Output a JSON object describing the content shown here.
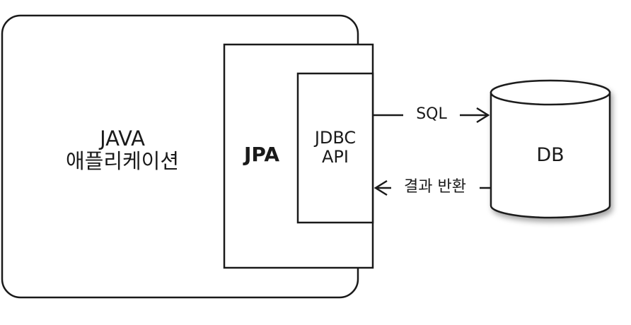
{
  "app_box": {
    "line1": "JAVA",
    "line2": "애플리케이션"
  },
  "jpa_box": {
    "label": "JPA"
  },
  "jdbc_box": {
    "line1": "JDBC",
    "line2": "API"
  },
  "sql_arrow": {
    "label": "SQL"
  },
  "result_arrow": {
    "label": "결과 반환"
  },
  "database": {
    "label": "DB"
  },
  "colors": {
    "stroke": "#1a1a1a",
    "background": "#ffffff"
  }
}
